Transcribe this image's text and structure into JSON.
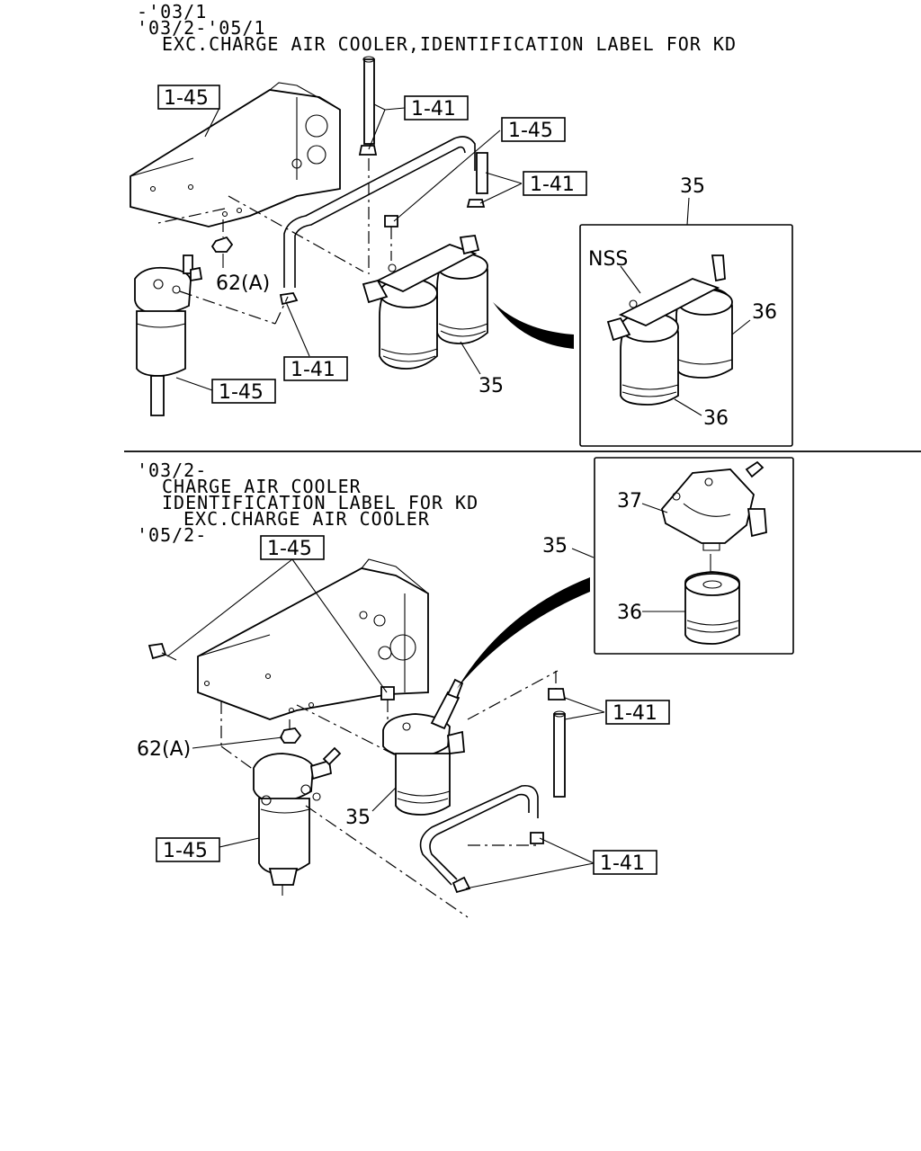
{
  "top_section": {
    "header_lines": [
      "-'03/1",
      "'03/2-'05/1",
      "EXC.CHARGE AIR COOLER,IDENTIFICATION LABEL FOR KD"
    ],
    "callouts": {
      "bracket_ref": "1-45",
      "hose_upper_ref": "1-41",
      "bolt_ref": "1-45",
      "hose_right_ref": "1-41",
      "hose_lower_ref": "1-41",
      "sep_filter_ref": "1-45",
      "nut_ref": "62(A)",
      "filter_ref": "35"
    },
    "detail_box": {
      "ref": "35",
      "nss_label": "NSS",
      "element_ref_upper": "36",
      "element_ref_lower": "36"
    }
  },
  "bottom_section": {
    "header_lines": [
      "'03/2-",
      "CHARGE AIR COOLER",
      "IDENTIFICATION LABEL FOR KD",
      "EXC.CHARGE AIR COOLER",
      "'05/2-"
    ],
    "callouts": {
      "bracket_ref": "1-45",
      "hose_upper_ref": "1-41",
      "hose_lower_ref": "1-41",
      "sep_filter_ref": "1-45",
      "nut_ref": "62(A)",
      "filter_ref": "35"
    },
    "detail_box": {
      "ref": "35",
      "head_ref": "37",
      "element_ref": "36"
    }
  }
}
